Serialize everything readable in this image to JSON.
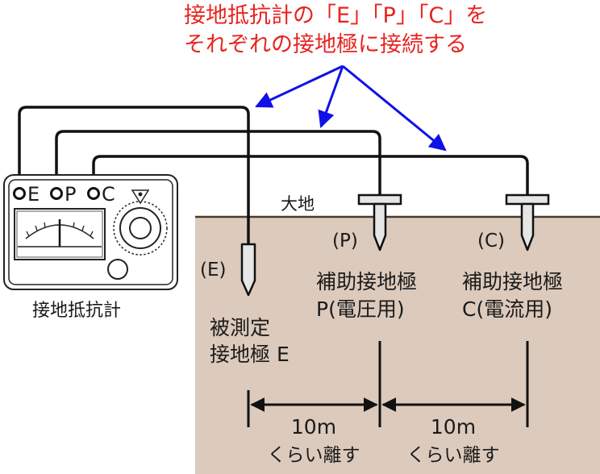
{
  "title": {
    "line1": "接地抵抗計の「E」「P」「C」を",
    "line2": "それぞれの接地極に接続する",
    "color": "#e8231f"
  },
  "meter": {
    "label": "接地抵抗計",
    "terminal_e": "E",
    "terminal_p": "P",
    "terminal_c": "C"
  },
  "ground": {
    "label": "大地",
    "color": "#dccabc"
  },
  "electrodes": {
    "e_tag": "(E)",
    "e_name_line1": "被測定",
    "e_name_line2": "接地極 E",
    "p_tag": "(P)",
    "p_name_line1": "補助接地極",
    "p_name_line2": "P(電圧用)",
    "c_tag": "(C)",
    "c_name_line1": "補助接地極",
    "c_name_line2": "C(電流用)"
  },
  "distances": {
    "ep_value": "10m",
    "ep_note": "くらい離す",
    "pc_value": "10m",
    "pc_note": "くらい離す"
  },
  "arrow_color": "#1010e8",
  "wire_color": "#111111"
}
